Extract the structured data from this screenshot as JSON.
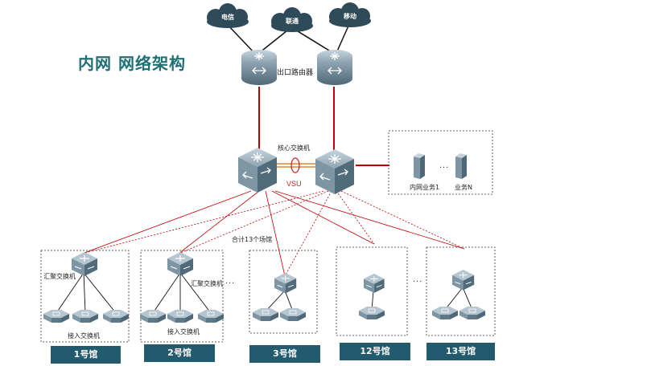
{
  "title": "内网 网络架构",
  "isps": [
    "电信",
    "联通",
    "移动"
  ],
  "labels": {
    "egress_router": "出口路由器",
    "core_switch": "核心交换机",
    "vsu": "VSU",
    "total_venues": "合计13个场馆",
    "aggregation_switch": "汇聚交换机",
    "access_switch": "接入交换机",
    "intranet_service_1": "内网业务1",
    "service_n": "业务N",
    "ellipsis": "..."
  },
  "venues": [
    "1号馆",
    "2号馆",
    "3号馆",
    "12号馆",
    "13号馆"
  ],
  "colors": {
    "title": "#1f6f73",
    "link": "#c00000",
    "vsu": "#cc1f1f",
    "venue_label_bg": "#225a6e",
    "device": "#5f7888",
    "cloud": "#2f4a58"
  }
}
